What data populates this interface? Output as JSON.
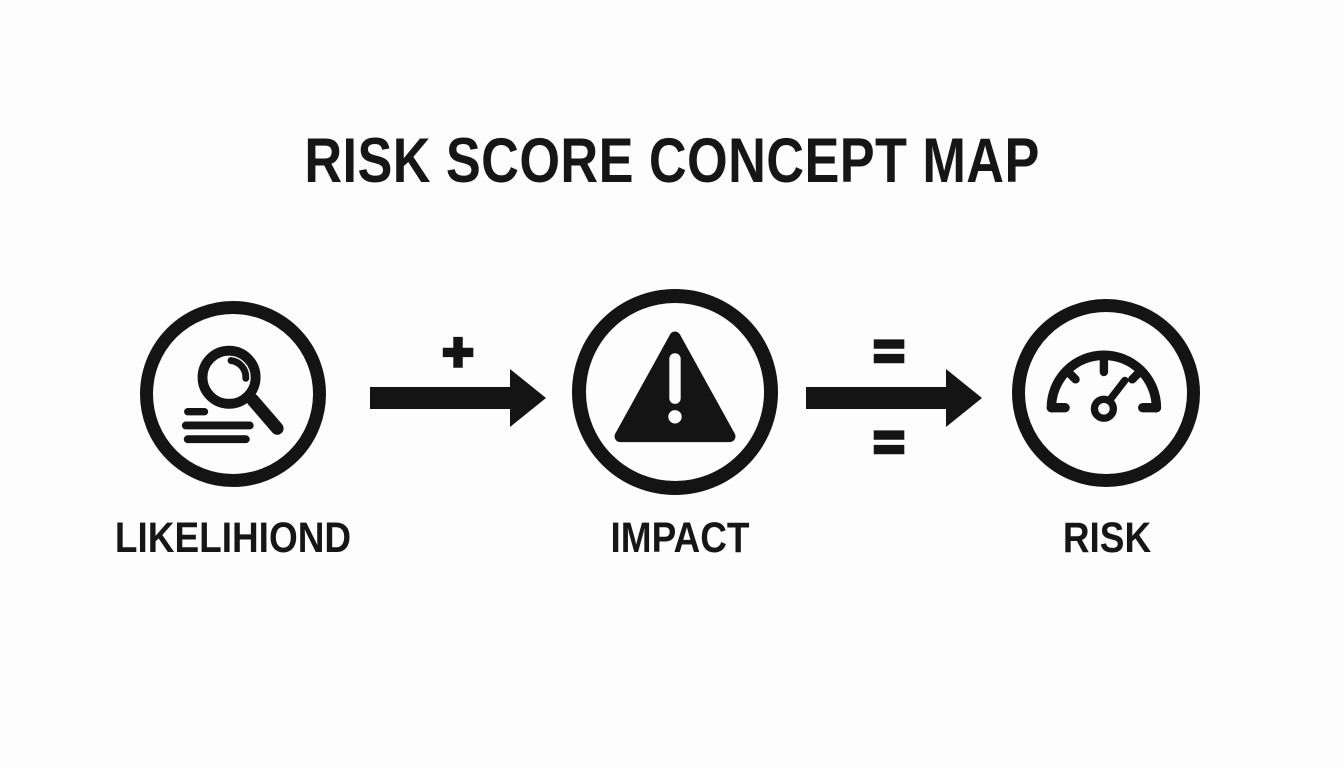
{
  "header": {
    "title": "RISK SCORE CONCEPT MAP"
  },
  "colors": {
    "background": "#fdfdfd",
    "ink": "#141414"
  },
  "diagram": {
    "nodes": [
      {
        "id": "likelihood",
        "label": "LIKELIHIOND",
        "icon": "magnifier-search-icon"
      },
      {
        "id": "impact",
        "label": "IMPACT",
        "icon": "warning-triangle-icon"
      },
      {
        "id": "risk",
        "label": "RISK",
        "icon": "gauge-meter-icon"
      }
    ],
    "connectors": [
      {
        "from": "likelihood",
        "to": "impact",
        "shape": "arrow-right",
        "operator_above": "+",
        "operator_below": ""
      },
      {
        "from": "impact",
        "to": "risk",
        "shape": "arrow-right",
        "operator_above": "=",
        "operator_below": "="
      }
    ]
  }
}
